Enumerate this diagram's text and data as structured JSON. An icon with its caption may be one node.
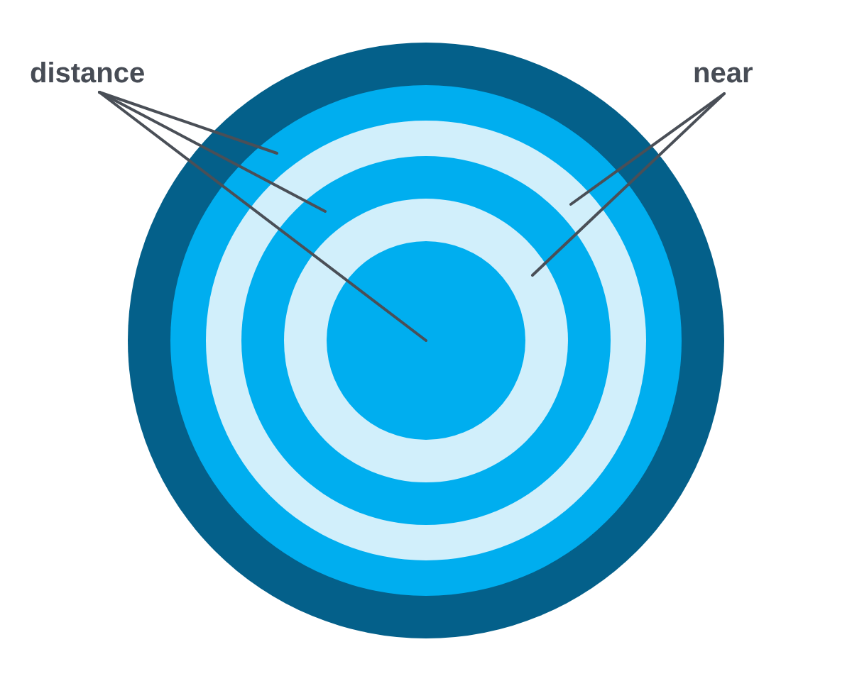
{
  "diagram": {
    "nodes": [
      {
        "text": [
          "distance"
        ]
      },
      {
        "text": [
          "near"
        ]
      },
      {
        "text": [],
        "shape": "circle"
      },
      {
        "text": [],
        "shape": "circle",
        "in": 2
      },
      {
        "text": [],
        "shape": "circle",
        "in": 3
      },
      {
        "text": [],
        "shape": "circle",
        "in": 4
      },
      {
        "text": [],
        "shape": "circle",
        "in": 5
      },
      {
        "text": [],
        "shape": "circle",
        "in": 6
      }
    ],
    "edges": [
      {
        "from": 0,
        "to": 3,
        "arrow": "none"
      },
      {
        "from": 0,
        "to": 5,
        "arrow": "none"
      },
      {
        "from": 0,
        "to": 7,
        "arrow": "none"
      },
      {
        "from": 1,
        "to": 4,
        "arrow": "none"
      },
      {
        "from": 1,
        "to": 6,
        "arrow": "none"
      }
    ]
  }
}
